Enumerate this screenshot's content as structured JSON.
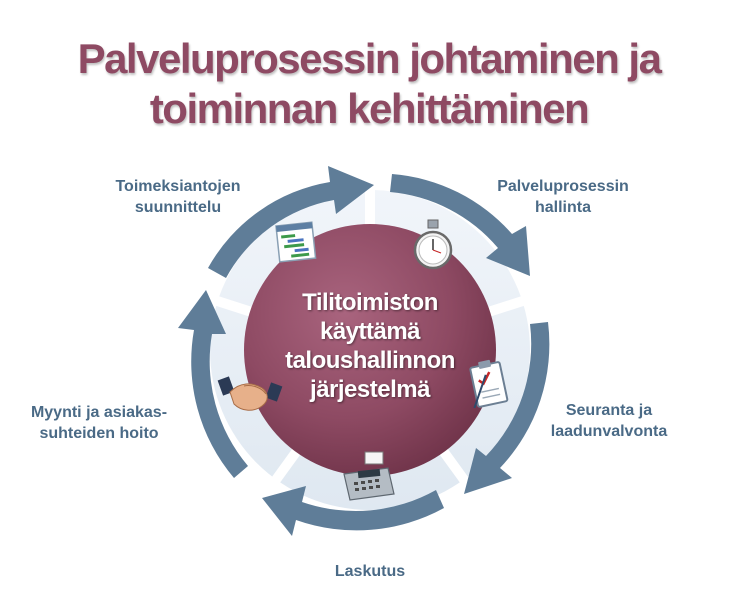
{
  "title": {
    "line1": "Palveluprosessin johtaminen ja",
    "line2": "toiminnan kehittäminen"
  },
  "center": {
    "line1": "Tilitoimiston",
    "line2": "käyttämä",
    "line3": "taloushallinnon",
    "line4": "järjestelmä"
  },
  "steps": [
    {
      "line1": "Palveluprosessin",
      "line2": "hallinta",
      "icon": "stopwatch-icon"
    },
    {
      "line1": "Seuranta ja",
      "line2": "laadunvalvonta",
      "icon": "clipboard-checklist-icon"
    },
    {
      "line1": "Laskutus",
      "line2": "",
      "icon": "cash-register-icon"
    },
    {
      "line1": "Myynti ja asiakas-",
      "line2": "suhteiden hoito",
      "icon": "handshake-icon"
    },
    {
      "line1": "Toimeksiantojen",
      "line2": "suunnittelu",
      "icon": "gantt-chart-icon"
    }
  ],
  "colors": {
    "title": "#8e4a63",
    "label": "#4a6a86",
    "arrow": "#5f7d98",
    "center_circle": "#8e4a63",
    "segment_fill": "#e4edf5"
  }
}
